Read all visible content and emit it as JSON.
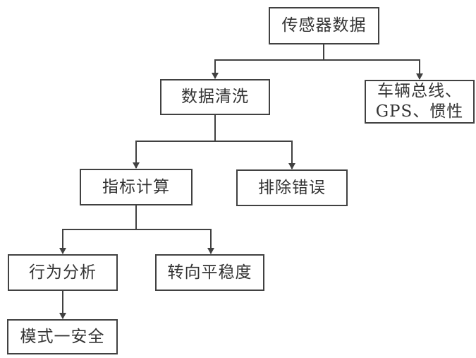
{
  "diagram": {
    "type": "flowchart",
    "nodes": {
      "sensor_data": {
        "label": "传感器数据"
      },
      "data_cleaning": {
        "label": "数据清洗"
      },
      "vehicle_bus": {
        "label": "车辆总线、\nGPS、惯性"
      },
      "metric_calculation": {
        "label": "指标计算"
      },
      "error_exclusion": {
        "label": "排除错误"
      },
      "behavior_analysis": {
        "label": "行为分析"
      },
      "steering_smoothness": {
        "label": "转向平稳度"
      },
      "mode_safety": {
        "label": "模式一安全"
      }
    },
    "edges": [
      {
        "from": "传感器数据",
        "to": "数据清洗"
      },
      {
        "from": "传感器数据",
        "to": "车辆总线、GPS、惯性"
      },
      {
        "from": "数据清洗",
        "to": "指标计算"
      },
      {
        "from": "数据清洗",
        "to": "排除错误"
      },
      {
        "from": "指标计算",
        "to": "行为分析"
      },
      {
        "from": "指标计算",
        "to": "转向平稳度"
      },
      {
        "from": "行为分析",
        "to": "模式一安全"
      }
    ],
    "colors": {
      "line": "#414141",
      "border": "#414141",
      "text": "#333333",
      "background": "#ffffff"
    }
  }
}
